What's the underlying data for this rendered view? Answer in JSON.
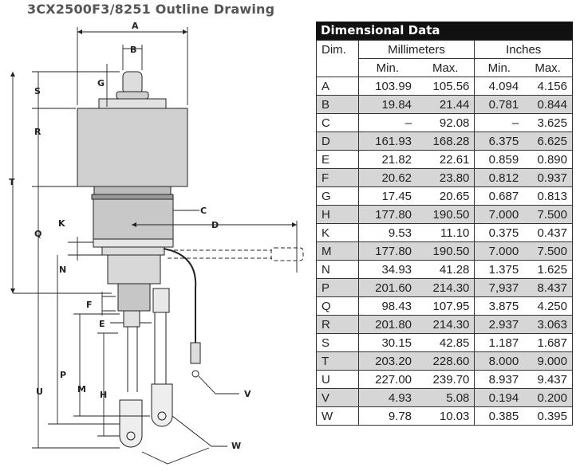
{
  "title": "3CX2500F3/8251 Outline Drawing",
  "drawing": {
    "labels": [
      "A",
      "B",
      "G",
      "S",
      "R",
      "T",
      "C",
      "D",
      "K",
      "Q",
      "N",
      "F",
      "E",
      "P",
      "M",
      "H",
      "U",
      "V",
      "W"
    ]
  },
  "table": {
    "caption": "Dimensional Data",
    "headers": {
      "dim": "Dim.",
      "millimeters": "Millimeters",
      "inches": "Inches",
      "min": "Min.",
      "max": "Max."
    },
    "rows": [
      {
        "dim": "A",
        "mm_min": "103.99",
        "mm_max": "105.56",
        "in_min": "4.094",
        "in_max": "4.156"
      },
      {
        "dim": "B",
        "mm_min": "19.84",
        "mm_max": "21.44",
        "in_min": "0.781",
        "in_max": "0.844"
      },
      {
        "dim": "C",
        "mm_min": "–",
        "mm_max": "92.08",
        "in_min": "–",
        "in_max": "3.625"
      },
      {
        "dim": "D",
        "mm_min": "161.93",
        "mm_max": "168.28",
        "in_min": "6.375",
        "in_max": "6.625"
      },
      {
        "dim": "E",
        "mm_min": "21.82",
        "mm_max": "22.61",
        "in_min": "0.859",
        "in_max": "0.890"
      },
      {
        "dim": "F",
        "mm_min": "20.62",
        "mm_max": "23.80",
        "in_min": "0.812",
        "in_max": "0.937"
      },
      {
        "dim": "G",
        "mm_min": "17.45",
        "mm_max": "20.65",
        "in_min": "0.687",
        "in_max": "0.813"
      },
      {
        "dim": "H",
        "mm_min": "177.80",
        "mm_max": "190.50",
        "in_min": "7.000",
        "in_max": "7.500"
      },
      {
        "dim": "K",
        "mm_min": "9.53",
        "mm_max": "11.10",
        "in_min": "0.375",
        "in_max": "0.437"
      },
      {
        "dim": "M",
        "mm_min": "177.80",
        "mm_max": "190.50",
        "in_min": "7.000",
        "in_max": "7.500"
      },
      {
        "dim": "N",
        "mm_min": "34.93",
        "mm_max": "41.28",
        "in_min": "1.375",
        "in_max": "1.625"
      },
      {
        "dim": "P",
        "mm_min": "201.60",
        "mm_max": "214.30",
        "in_min": "7,937",
        "in_max": "8.437"
      },
      {
        "dim": "Q",
        "mm_min": "98.43",
        "mm_max": "107.95",
        "in_min": "3.875",
        "in_max": "4.250"
      },
      {
        "dim": "R",
        "mm_min": "201.80",
        "mm_max": "214.30",
        "in_min": "2.937",
        "in_max": "3.063"
      },
      {
        "dim": "S",
        "mm_min": "30.15",
        "mm_max": "42.85",
        "in_min": "1.187",
        "in_max": "1.687"
      },
      {
        "dim": "T",
        "mm_min": "203.20",
        "mm_max": "228.60",
        "in_min": "8.000",
        "in_max": "9.000"
      },
      {
        "dim": "U",
        "mm_min": "227.00",
        "mm_max": "239.70",
        "in_min": "8.937",
        "in_max": "9.437"
      },
      {
        "dim": "V",
        "mm_min": "4.93",
        "mm_max": "5.08",
        "in_min": "0.194",
        "in_max": "0.200"
      },
      {
        "dim": "W",
        "mm_min": "9.78",
        "mm_max": "10.03",
        "in_min": "0.385",
        "in_max": "0.395"
      }
    ]
  },
  "colors": {
    "shade": "#d6d6d6",
    "caption_bg": "#111111",
    "tube_body": "#d0d0d0"
  }
}
